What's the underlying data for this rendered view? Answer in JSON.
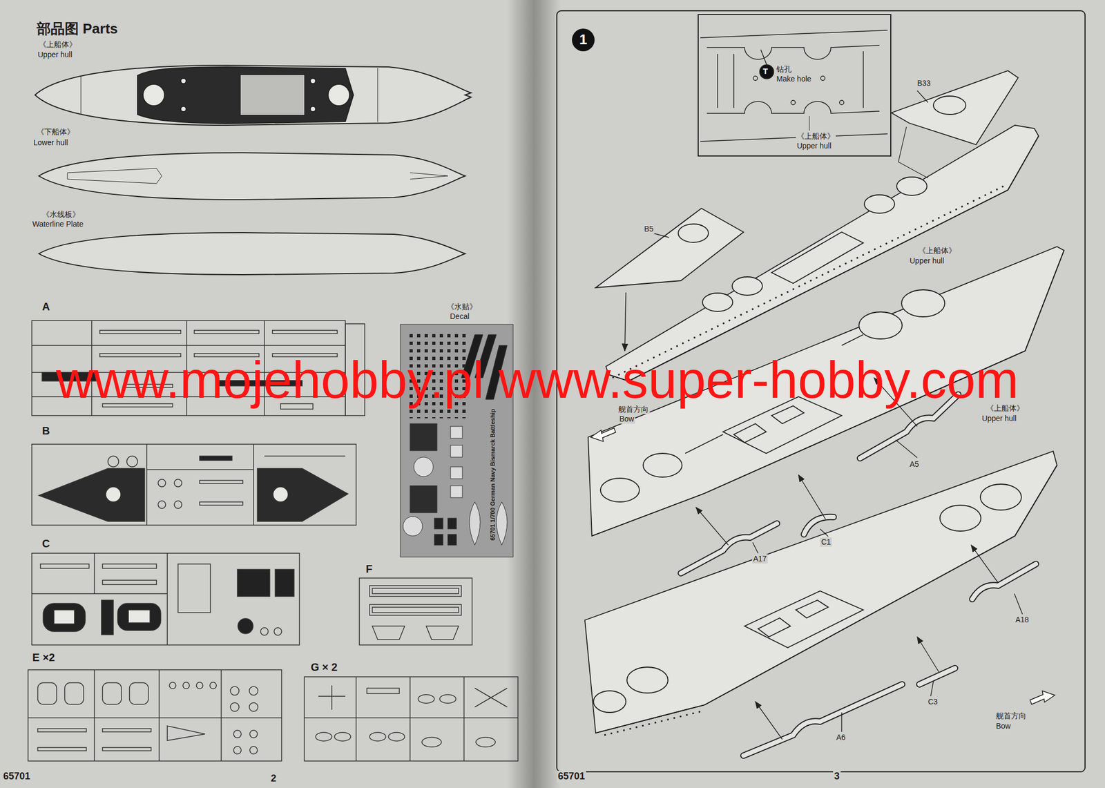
{
  "diagram": {
    "title": "部品图 Parts",
    "nodes": [
      {
        "text": [
          "1"
        ]
      },
      {
        "text": [
          "钻孔",
          "Make hole",
          "《上船体》",
          "Upper hull"
        ]
      }
    ],
    "labels": [
      "《上船体》",
      "Upper hull",
      "《下船体》",
      "Lower hull",
      "《水线板》",
      "Waterline Plate",
      "A",
      "B",
      "C",
      "《水贴》",
      "Decal",
      "65701 1/700 German Navy Bismarck Battleship",
      "F",
      "E ×2",
      "G × 2",
      "65701",
      "2",
      "www.mojehobby.pl www.super-hobby.com",
      "T",
      "B33",
      "B5",
      "《上船体》",
      "Upper hull",
      "《上船体》",
      "Upper hull",
      "舰首方向",
      "Bow",
      "A5",
      "C1",
      "A17",
      "A18",
      "C3",
      "A6",
      "舰首方向",
      "Bow",
      "65701",
      "3"
    ]
  }
}
